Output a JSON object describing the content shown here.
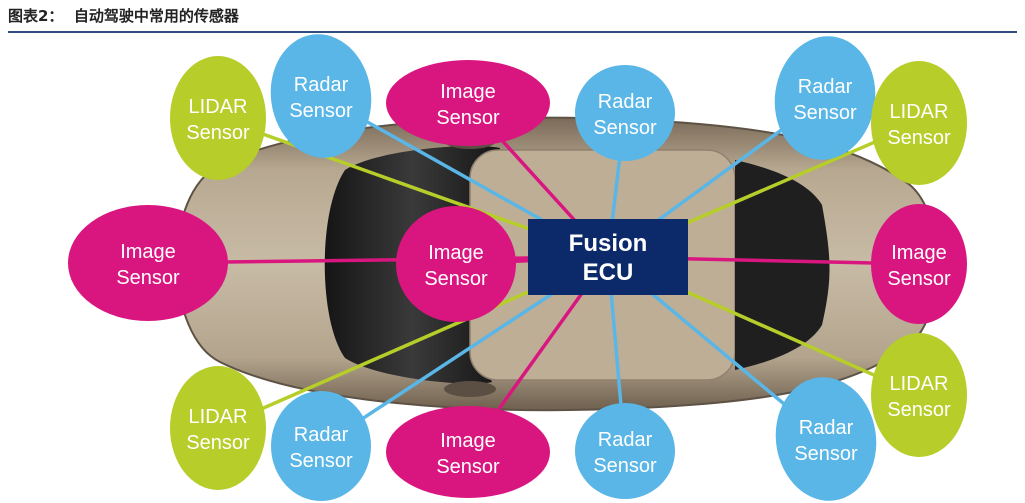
{
  "caption": {
    "label": "图表2：",
    "title": "自动驾驶中常用的传感器"
  },
  "colors": {
    "lidar": "#b7cd2a",
    "radar": "#59b6e6",
    "image": "#d9167f",
    "ecu": "#0c2a6a",
    "rule": "#2f4d7e"
  },
  "hub": {
    "line1": "Fusion",
    "line2": "ECU"
  },
  "sensors": [
    {
      "id": "lidar-front-left",
      "type": "lidar",
      "line1": "LIDAR",
      "line2": "Sensor"
    },
    {
      "id": "radar-front-left",
      "type": "radar",
      "line1": "Radar",
      "line2": "Sensor"
    },
    {
      "id": "image-front",
      "type": "image",
      "line1": "Image",
      "line2": "Sensor"
    },
    {
      "id": "radar-front-center",
      "type": "radar",
      "line1": "Radar",
      "line2": "Sensor"
    },
    {
      "id": "radar-front-right",
      "type": "radar",
      "line1": "Radar",
      "line2": "Sensor"
    },
    {
      "id": "lidar-front-right",
      "type": "lidar",
      "line1": "LIDAR",
      "line2": "Sensor"
    },
    {
      "id": "image-left",
      "type": "image",
      "line1": "Image",
      "line2": "Sensor"
    },
    {
      "id": "image-center",
      "type": "image",
      "line1": "Image",
      "line2": "Sensor"
    },
    {
      "id": "image-right",
      "type": "image",
      "line1": "Image",
      "line2": "Sensor"
    },
    {
      "id": "lidar-rear-right",
      "type": "lidar",
      "line1": "LIDAR",
      "line2": "Sensor"
    },
    {
      "id": "lidar-rear-left",
      "type": "lidar",
      "line1": "LIDAR",
      "line2": "Sensor"
    },
    {
      "id": "radar-rear-left",
      "type": "radar",
      "line1": "Radar",
      "line2": "Sensor"
    },
    {
      "id": "image-rear",
      "type": "image",
      "line1": "Image",
      "line2": "Sensor"
    },
    {
      "id": "radar-rear-center",
      "type": "radar",
      "line1": "Radar",
      "line2": "Sensor"
    },
    {
      "id": "radar-rear-right",
      "type": "radar",
      "line1": "Radar",
      "line2": "Sensor"
    }
  ]
}
